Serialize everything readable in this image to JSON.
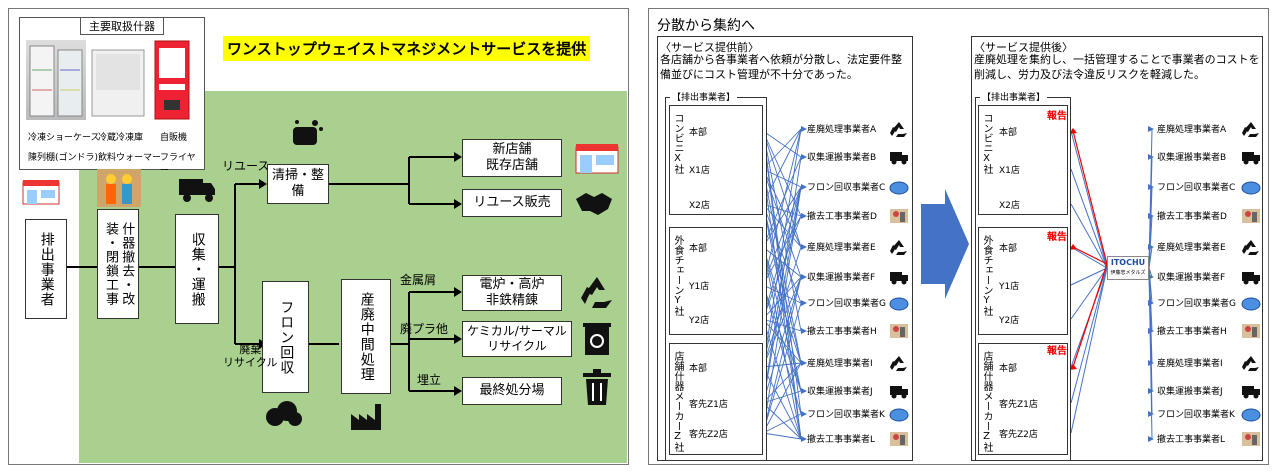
{
  "left": {
    "title": "ワンストップウェイストマネジメントサービスを提供",
    "equipment_header": "主要取扱什器",
    "equipment_items": [
      "冷凍ショーケース",
      "冷蔵冷凍庫",
      "自販機",
      "陳列棚(ゴンドラ)",
      "飲料ウォーマー",
      "フライヤー"
    ],
    "flow": {
      "discharger": "排出事業者",
      "removal": "什器撤去・改装・閉鎖工事",
      "collect": "収集・運搬",
      "clean": "清掃・整備",
      "freon": "フロン回収",
      "industrial": "産廃中間処理",
      "new_store": "新店舗\n既存店舗",
      "reuse_sale": "リユース販売",
      "furnace": "電炉・高炉\n非鉄精錬",
      "chemical": "ケミカル/サーマル\nリサイクル",
      "landfill": "最終処分場",
      "reuse_label": "リユース",
      "waste_label": "廃棄\nリサイクル",
      "metal_label": "金属屑",
      "plastic_label": "廃プラ他",
      "landfill_label": "埋立"
    }
  },
  "right": {
    "heading": "分散から集約へ",
    "before": {
      "title": "〈サービス提供前〉",
      "desc": "各店舗から各事業者へ依頼が分散し、法定要件整備並びにコスト管理が不十分であった。"
    },
    "after": {
      "title": "〈サービス提供後〉",
      "desc": "産廃処理を集約し、一括管理することで事業者のコストを削減し、労力及び法令違反リスクを軽減した。"
    },
    "discharger_label": "【排出事業者】",
    "groups": [
      {
        "name": "コンビニX社",
        "members": [
          "本部",
          "X1店",
          "X2店"
        ]
      },
      {
        "name": "外食チェーンY社",
        "members": [
          "本部",
          "Y1店",
          "Y2店"
        ]
      },
      {
        "name": "店舗什器メーカーZ社",
        "members": [
          "本部",
          "客先Z1店",
          "客先Z2店"
        ]
      }
    ],
    "vendors_before": [
      "産廃処理事業者A",
      "収集運搬事業者B",
      "フロン回収事業者C",
      "撤去工事事業者D",
      "産廃処理事業者E",
      "収集運搬事業者F",
      "フロン回収事業者G",
      "撤去工事事業者H",
      "産廃処理事業者I",
      "収集運搬事業者J",
      "フロン回収事業者K",
      "撤去工事事業者L"
    ],
    "vendors_after": [
      "産廃処理事業者A",
      "収集運搬事業者B",
      "フロン回収事業者C",
      "撤去工事事業者D",
      "産廃処理事業者E",
      "収集運搬事業者F",
      "フロン回収事業者G",
      "撤去工事事業者H",
      "産廃処理事業者I",
      "収集運搬事業者J",
      "フロン回収事業者K",
      "撤去工事事業者L"
    ],
    "report_label": "報告",
    "hub_label": "ITOCHU",
    "hub_sub": "伊藤忠メタルズ"
  }
}
